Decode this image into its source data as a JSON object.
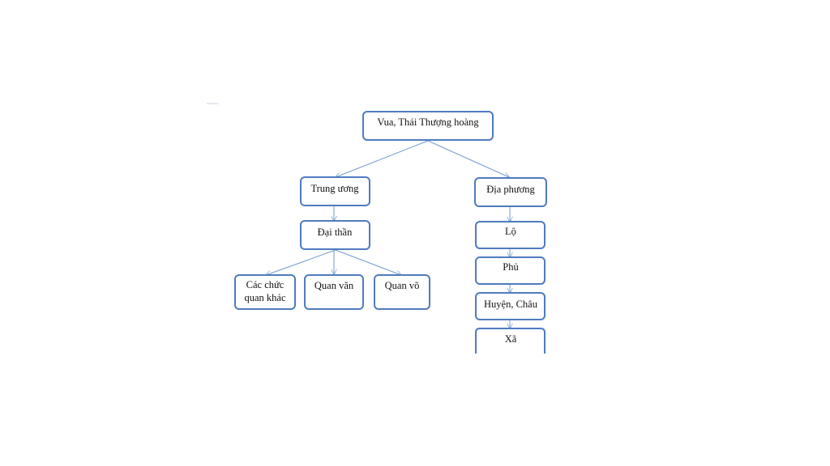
{
  "nodes": {
    "root": "Vua, Thái Thượng hoàng",
    "central": "Trung ương",
    "local": "Địa phương",
    "great_officials": "Đại thần",
    "other_officials_line1": "Các chức",
    "other_officials_line2": "quan khác",
    "civil_officials": "Quan văn",
    "military_officials": "Quan võ",
    "lo": "Lộ",
    "phu": "Phủ",
    "huyen_chau": "Huyện, Châu",
    "xa": "Xã"
  },
  "colors": {
    "box_border": "#4f7bbf",
    "connector": "#6f9bd1",
    "text": "#111111",
    "background": "#ffffff"
  }
}
